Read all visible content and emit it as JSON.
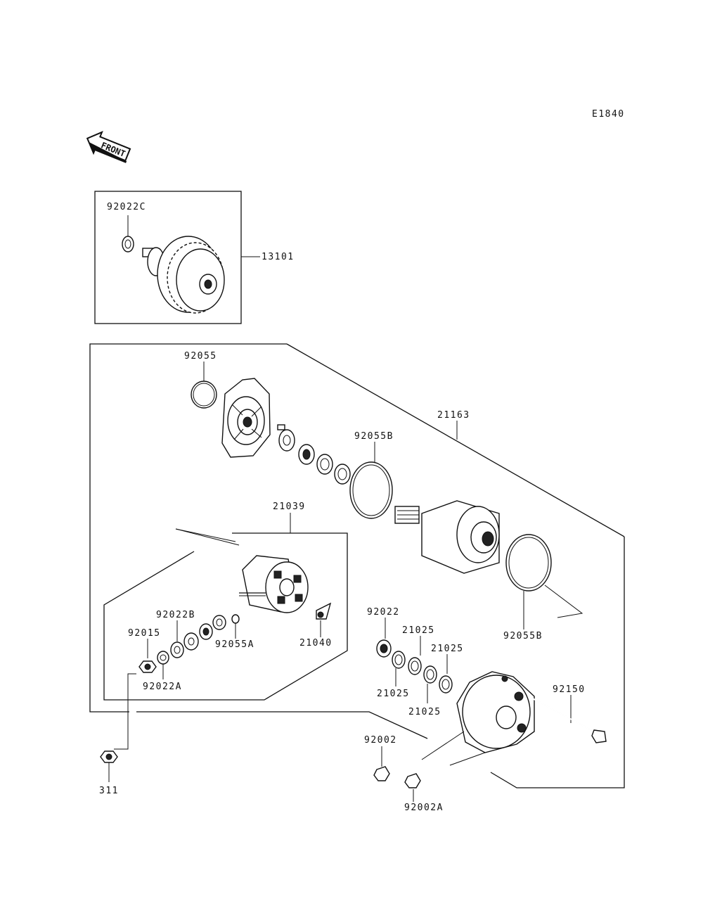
{
  "drawing_id": "E1840",
  "front_label": "FRONT",
  "labels": {
    "p92022C": "92022C",
    "p13101": "13101",
    "p92055": "92055",
    "p21163": "21163",
    "p92055B_top": "92055B",
    "p21039": "21039",
    "p92022B": "92022B",
    "p92015": "92015",
    "p92055A": "92055A",
    "p21040": "21040",
    "p92022A": "92022A",
    "p92022": "92022",
    "p21025_a": "21025",
    "p21025_b": "21025",
    "p21025_c": "21025",
    "p21025_d": "21025",
    "p92055B_bottom": "92055B",
    "p92150": "92150",
    "p92002": "92002",
    "p92002A": "92002A",
    "p311": "311"
  }
}
